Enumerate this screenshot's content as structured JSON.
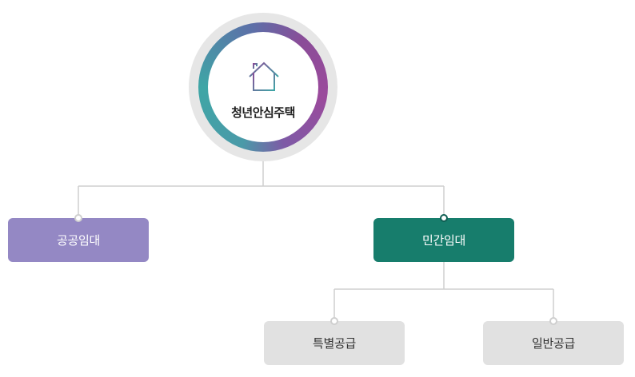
{
  "root": {
    "label": "청년안심주택",
    "icon": "house-icon"
  },
  "branches": [
    {
      "label": "공공임대",
      "color": "#9488c4",
      "children": []
    },
    {
      "label": "민간임대",
      "color": "#177d6c",
      "children": [
        {
          "label": "특별공급",
          "color": "#e1e1e1"
        },
        {
          "label": "일반공급",
          "color": "#e1e1e1"
        }
      ]
    }
  ],
  "colors": {
    "connector": "#cfcfcf",
    "ring_start": "#9b4a9c",
    "ring_end": "#3fa6a6"
  }
}
